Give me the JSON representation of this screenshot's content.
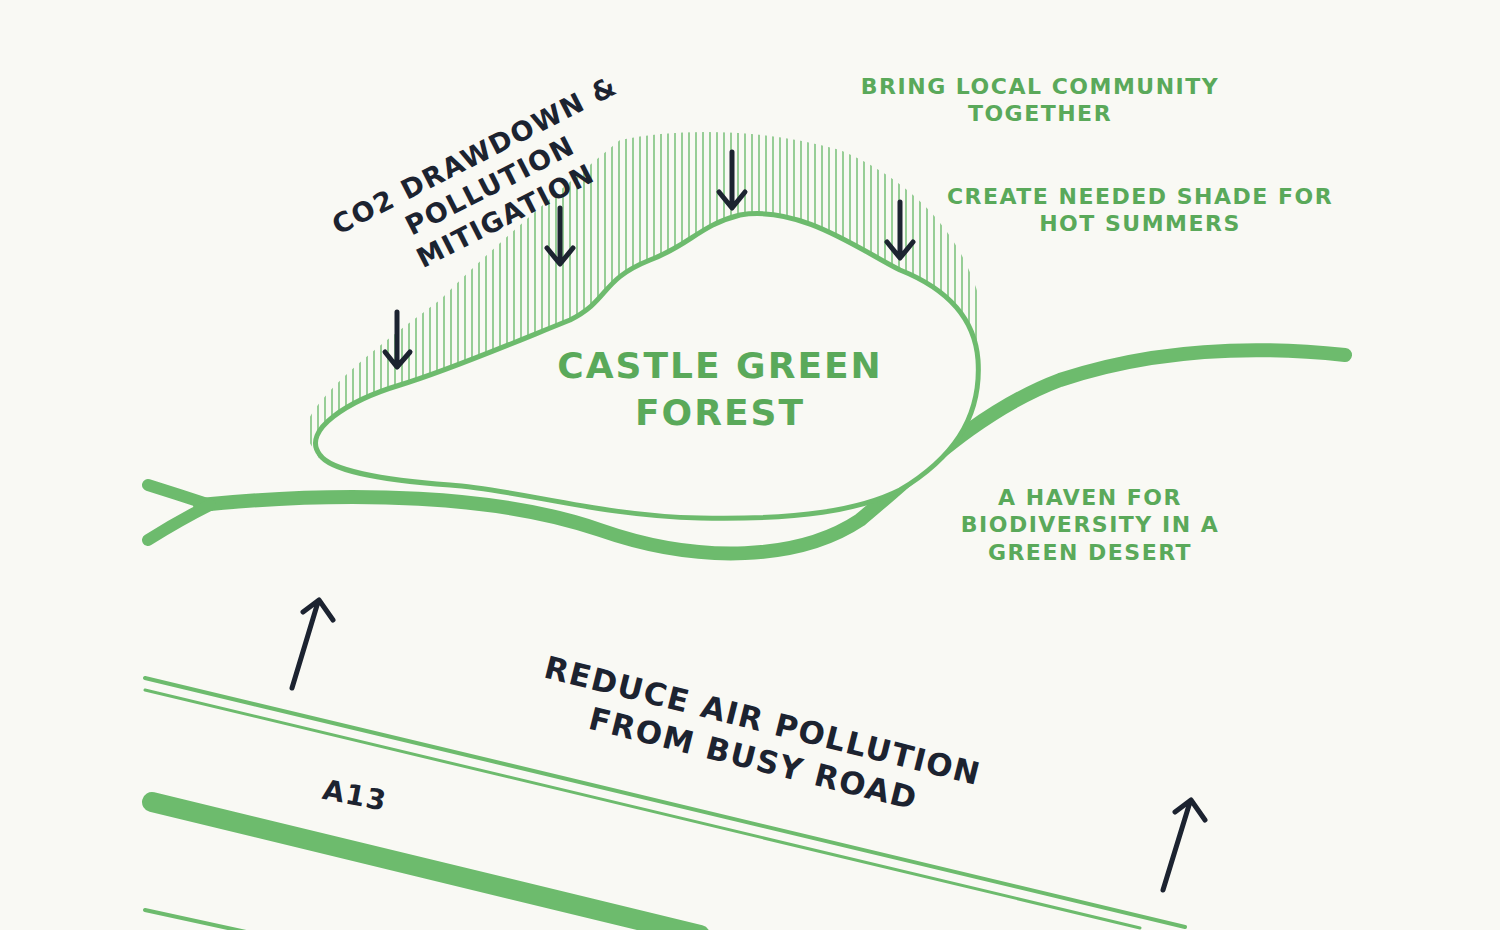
{
  "diagram": {
    "nodes": [
      {
        "text": [
          "CASTLE GREEN FOREST"
        ]
      }
    ],
    "labels": [
      "CO2 DRAWDOWN & POLLUTION MITIGATION",
      "BRING LOCAL COMMUNITY TOGETHER",
      "CREATE NEEDED SHADE FOR HOT SUMMERS",
      "A HAVEN FOR BIODIVERSITY IN A GREEN DESERT",
      "REDUCE AIR POLLUTION FROM BUSY ROAD",
      "A13"
    ]
  }
}
